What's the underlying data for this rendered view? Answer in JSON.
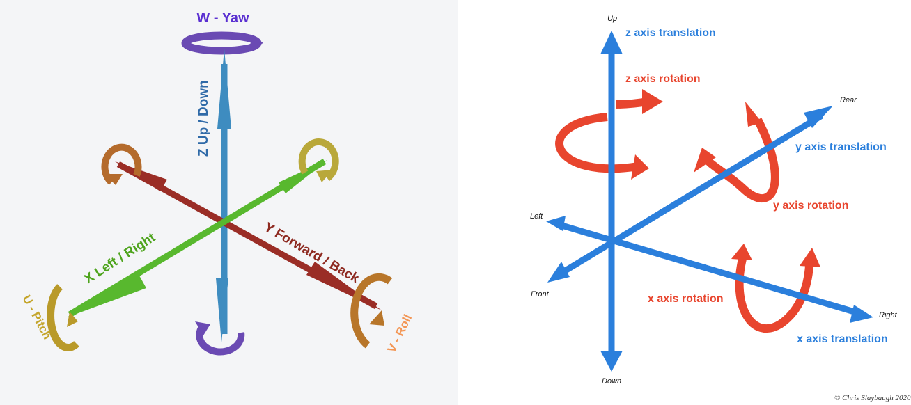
{
  "left_diagram": {
    "yaw_label": "W - Yaw",
    "z_label": "Z Up / Down",
    "x_label": "X Left / Right",
    "y_label": "Y Forward / Back",
    "pitch_label": "U - Pitch",
    "roll_label": "V - Roll",
    "colors": {
      "background": "#f4f5f7",
      "z_arrow": "#3e8cc0",
      "x_arrow": "#58b82e",
      "y_arrow": "#9a2d26",
      "yaw": "#6a4ab3",
      "pitch": "#b99a2a",
      "roll": "#b8762a",
      "upper_left_ring": "#b46b2c",
      "upper_right_ring": "#b9a83a",
      "yaw_text": "#5a2fd1",
      "z_text": "#2f6aa8",
      "x_text": "#4ea41d",
      "y_text": "#8e2a21",
      "pitch_text": "#c4a52c",
      "roll_text": "#f39655"
    }
  },
  "right_diagram": {
    "up": "Up",
    "down": "Down",
    "left": "Left",
    "right": "Right",
    "front": "Front",
    "rear": "Rear",
    "z_translation": "z axis translation",
    "z_rotation": "z axis rotation",
    "y_translation": "y axis translation",
    "y_rotation": "y axis rotation",
    "x_rotation": "x axis rotation",
    "x_translation": "x axis translation",
    "colors": {
      "axis": "#2b7fdc",
      "rotation": "#e8452e"
    }
  },
  "credit": "© Chris Slaybaugh 2020"
}
